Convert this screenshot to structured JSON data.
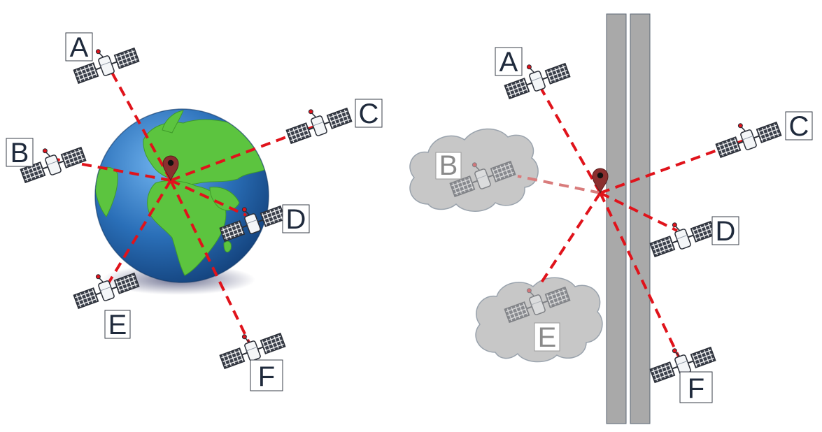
{
  "colors": {
    "ray": "#e0131b",
    "ocean": "#2a6fb8",
    "land": "#5cc43f",
    "pin": "#8b2f2f",
    "building": "#a9a9a9",
    "cloud": "#c7c7c7"
  },
  "left_scene": {
    "satellites": [
      {
        "id": "A",
        "label": "A"
      },
      {
        "id": "B",
        "label": "B"
      },
      {
        "id": "C",
        "label": "C"
      },
      {
        "id": "D",
        "label": "D"
      },
      {
        "id": "E",
        "label": "E"
      },
      {
        "id": "F",
        "label": "F"
      }
    ]
  },
  "right_scene": {
    "satellites": [
      {
        "id": "A",
        "label": "A",
        "obstructed": false
      },
      {
        "id": "B",
        "label": "B",
        "obstructed": true
      },
      {
        "id": "C",
        "label": "C",
        "obstructed": false
      },
      {
        "id": "D",
        "label": "D",
        "obstructed": false
      },
      {
        "id": "E",
        "label": "E",
        "obstructed": true
      },
      {
        "id": "F",
        "label": "F",
        "obstructed": false
      }
    ]
  },
  "icons": [
    "satellite-icon",
    "location-pin-icon",
    "cloud-icon",
    "globe-icon"
  ]
}
